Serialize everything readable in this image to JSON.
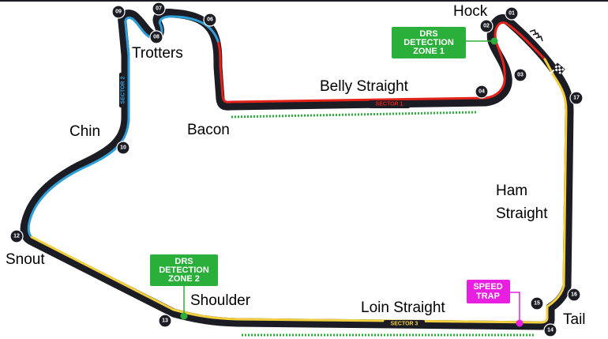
{
  "colors": {
    "track": "#1c1c24",
    "sector1": "#e32219",
    "sector2": "#2f9fd8",
    "sector3": "#f2cf3e",
    "drs": "#2ab03a",
    "speed_trap": "#e81ee0",
    "label": "#000000"
  },
  "turns": [
    "01",
    "02",
    "03",
    "04",
    "06",
    "07",
    "08",
    "09",
    "10",
    "12",
    "13",
    "14",
    "15",
    "16",
    "17"
  ],
  "places": [
    "Hock",
    "Trotters",
    "Belly Straight",
    "Bacon",
    "Chin",
    "Ham Straight",
    "Snout",
    "Shoulder",
    "Loin Straight",
    "Tail"
  ],
  "sectors": [
    "SECTOR 1",
    "SECTOR 2",
    "SECTOR 3"
  ],
  "drs_zones": [
    {
      "line1": "DRS",
      "line2": "DETECTION",
      "line3": "ZONE 1"
    },
    {
      "line1": "DRS",
      "line2": "DETECTION",
      "line3": "ZONE 2"
    }
  ],
  "speed_trap": {
    "line1": "SPEED",
    "line2": "TRAP"
  },
  "icons": [
    "chevron-arrows-icon",
    "chequered-flag-icon"
  ]
}
